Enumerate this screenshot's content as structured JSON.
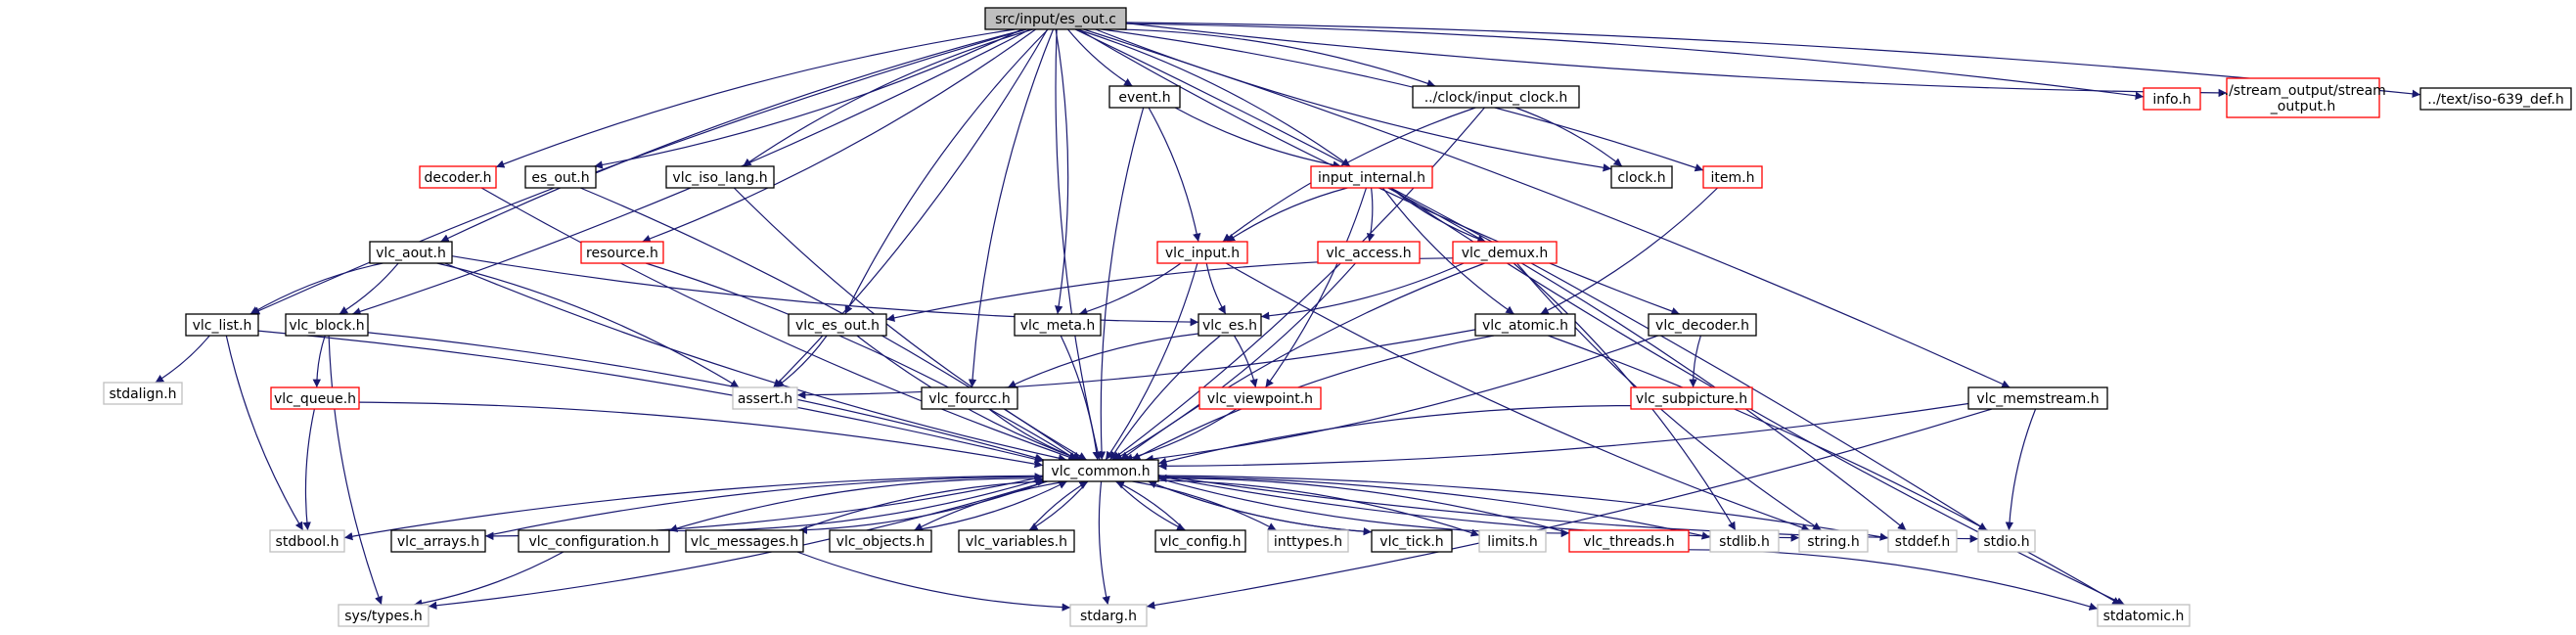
{
  "colors": {
    "edge": "#191970",
    "root_fill": "#bfbfbf",
    "normal_border": "#000000",
    "red_border": "#ff0000",
    "gray_border": "#bfbfbf",
    "text": "#000000"
  },
  "nodes": {
    "es_out_c": {
      "label": "src/input/es_out.c",
      "style": "root"
    },
    "info_h": {
      "label": "info.h",
      "style": "red"
    },
    "stream_output_h": {
      "label": "../stream_output/stream\n_output.h",
      "style": "red"
    },
    "iso_639_def_h": {
      "label": "../text/iso-639_def.h",
      "style": "black"
    },
    "event_h": {
      "label": "event.h",
      "style": "black"
    },
    "input_clock_h": {
      "label": "../clock/input_clock.h",
      "style": "black"
    },
    "decoder_h": {
      "label": "decoder.h",
      "style": "red"
    },
    "es_out_h": {
      "label": "es_out.h",
      "style": "black"
    },
    "vlc_iso_lang_h": {
      "label": "vlc_iso_lang.h",
      "style": "black"
    },
    "input_internal_h": {
      "label": "input_internal.h",
      "style": "red"
    },
    "clock_h": {
      "label": "clock.h",
      "style": "black"
    },
    "item_h": {
      "label": "item.h",
      "style": "red"
    },
    "vlc_aout_h": {
      "label": "vlc_aout.h",
      "style": "black"
    },
    "resource_h": {
      "label": "resource.h",
      "style": "red"
    },
    "vlc_input_h": {
      "label": "vlc_input.h",
      "style": "red"
    },
    "vlc_access_h": {
      "label": "vlc_access.h",
      "style": "red"
    },
    "vlc_demux_h": {
      "label": "vlc_demux.h",
      "style": "red"
    },
    "vlc_list_h": {
      "label": "vlc_list.h",
      "style": "black"
    },
    "vlc_block_h": {
      "label": "vlc_block.h",
      "style": "black"
    },
    "vlc_es_out_h": {
      "label": "vlc_es_out.h",
      "style": "black"
    },
    "vlc_meta_h": {
      "label": "vlc_meta.h",
      "style": "black"
    },
    "vlc_es_h": {
      "label": "vlc_es.h",
      "style": "black"
    },
    "vlc_atomic_h": {
      "label": "vlc_atomic.h",
      "style": "black"
    },
    "vlc_decoder_h": {
      "label": "vlc_decoder.h",
      "style": "black"
    },
    "stdalign_h": {
      "label": "stdalign.h",
      "style": "gray"
    },
    "vlc_queue_h": {
      "label": "vlc_queue.h",
      "style": "red"
    },
    "assert_h": {
      "label": "assert.h",
      "style": "gray"
    },
    "vlc_fourcc_h": {
      "label": "vlc_fourcc.h",
      "style": "black"
    },
    "vlc_viewpoint_h": {
      "label": "vlc_viewpoint.h",
      "style": "red"
    },
    "vlc_subpicture_h": {
      "label": "vlc_subpicture.h",
      "style": "red"
    },
    "vlc_memstream_h": {
      "label": "vlc_memstream.h",
      "style": "black"
    },
    "vlc_common_h": {
      "label": "vlc_common.h",
      "style": "black"
    },
    "stdbool_h": {
      "label": "stdbool.h",
      "style": "gray"
    },
    "vlc_arrays_h": {
      "label": "vlc_arrays.h",
      "style": "black"
    },
    "vlc_configuration_h": {
      "label": "vlc_configuration.h",
      "style": "black"
    },
    "vlc_messages_h": {
      "label": "vlc_messages.h",
      "style": "black"
    },
    "vlc_objects_h": {
      "label": "vlc_objects.h",
      "style": "black"
    },
    "vlc_variables_h": {
      "label": "vlc_variables.h",
      "style": "black"
    },
    "vlc_config_h": {
      "label": "vlc_config.h",
      "style": "black"
    },
    "inttypes_h": {
      "label": "inttypes.h",
      "style": "gray"
    },
    "vlc_tick_h": {
      "label": "vlc_tick.h",
      "style": "black"
    },
    "limits_h": {
      "label": "limits.h",
      "style": "gray"
    },
    "vlc_threads_h": {
      "label": "vlc_threads.h",
      "style": "red"
    },
    "stdlib_h": {
      "label": "stdlib.h",
      "style": "gray"
    },
    "string_h": {
      "label": "string.h",
      "style": "gray"
    },
    "stddef_h": {
      "label": "stddef.h",
      "style": "gray"
    },
    "stdio_h": {
      "label": "stdio.h",
      "style": "gray"
    },
    "sys_types_h": {
      "label": "sys/types.h",
      "style": "gray"
    },
    "stdarg_h": {
      "label": "stdarg.h",
      "style": "gray"
    },
    "stdatomic_h": {
      "label": "stdatomic.h",
      "style": "gray"
    }
  },
  "edges": [
    [
      "es_out_c",
      "info_h"
    ],
    [
      "es_out_c",
      "stream_output_h"
    ],
    [
      "es_out_c",
      "iso_639_def_h"
    ],
    [
      "es_out_c",
      "event_h"
    ],
    [
      "es_out_c",
      "input_clock_h"
    ],
    [
      "es_out_c",
      "decoder_h"
    ],
    [
      "es_out_c",
      "es_out_h"
    ],
    [
      "es_out_c",
      "vlc_iso_lang_h"
    ],
    [
      "es_out_c",
      "input_internal_h"
    ],
    [
      "es_out_c",
      "clock_h"
    ],
    [
      "es_out_c",
      "item_h"
    ],
    [
      "es_out_c",
      "vlc_aout_h"
    ],
    [
      "es_out_c",
      "resource_h"
    ],
    [
      "es_out_c",
      "vlc_list_h"
    ],
    [
      "es_out_c",
      "vlc_block_h"
    ],
    [
      "es_out_c",
      "vlc_es_out_h"
    ],
    [
      "es_out_c",
      "vlc_meta_h"
    ],
    [
      "es_out_c",
      "vlc_decoder_h"
    ],
    [
      "es_out_c",
      "assert_h"
    ],
    [
      "es_out_c",
      "vlc_fourcc_h"
    ],
    [
      "es_out_c",
      "vlc_memstream_h"
    ],
    [
      "es_out_c",
      "vlc_common_h"
    ],
    [
      "es_out_c",
      "stdio_h"
    ],
    [
      "event_h",
      "input_internal_h"
    ],
    [
      "event_h",
      "vlc_input_h"
    ],
    [
      "event_h",
      "vlc_common_h"
    ],
    [
      "input_clock_h",
      "clock_h"
    ],
    [
      "input_clock_h",
      "vlc_input_h"
    ],
    [
      "input_clock_h",
      "vlc_common_h"
    ],
    [
      "decoder_h",
      "vlc_common_h"
    ],
    [
      "es_out_h",
      "vlc_common_h"
    ],
    [
      "vlc_iso_lang_h",
      "vlc_common_h"
    ],
    [
      "resource_h",
      "vlc_common_h"
    ],
    [
      "input_internal_h",
      "vlc_input_h"
    ],
    [
      "input_internal_h",
      "vlc_access_h"
    ],
    [
      "input_internal_h",
      "vlc_demux_h"
    ],
    [
      "input_internal_h",
      "vlc_viewpoint_h"
    ],
    [
      "input_internal_h",
      "vlc_atomic_h"
    ],
    [
      "input_internal_h",
      "stddef_h"
    ],
    [
      "input_internal_h",
      "stdatomic_h"
    ],
    [
      "item_h",
      "vlc_atomic_h"
    ],
    [
      "vlc_aout_h",
      "vlc_list_h"
    ],
    [
      "vlc_aout_h",
      "vlc_block_h"
    ],
    [
      "vlc_aout_h",
      "vlc_es_h"
    ],
    [
      "vlc_aout_h",
      "assert_h"
    ],
    [
      "vlc_aout_h",
      "vlc_common_h"
    ],
    [
      "vlc_input_h",
      "vlc_meta_h"
    ],
    [
      "vlc_input_h",
      "vlc_es_h"
    ],
    [
      "vlc_input_h",
      "vlc_common_h"
    ],
    [
      "vlc_input_h",
      "string_h"
    ],
    [
      "vlc_access_h",
      "vlc_common_h"
    ],
    [
      "vlc_demux_h",
      "vlc_es_out_h"
    ],
    [
      "vlc_demux_h",
      "vlc_es_h"
    ],
    [
      "vlc_demux_h",
      "vlc_common_h"
    ],
    [
      "vlc_demux_h",
      "stdlib_h"
    ],
    [
      "vlc_demux_h",
      "string_h"
    ],
    [
      "vlc_list_h",
      "stdalign_h"
    ],
    [
      "vlc_list_h",
      "stdbool_h"
    ],
    [
      "vlc_list_h",
      "vlc_common_h"
    ],
    [
      "vlc_block_h",
      "vlc_queue_h"
    ],
    [
      "vlc_block_h",
      "vlc_common_h"
    ],
    [
      "vlc_block_h",
      "sys_types_h"
    ],
    [
      "vlc_es_out_h",
      "assert_h"
    ],
    [
      "vlc_es_out_h",
      "vlc_common_h"
    ],
    [
      "vlc_meta_h",
      "vlc_common_h"
    ],
    [
      "vlc_es_h",
      "vlc_fourcc_h"
    ],
    [
      "vlc_es_h",
      "vlc_viewpoint_h"
    ],
    [
      "vlc_es_h",
      "vlc_common_h"
    ],
    [
      "vlc_atomic_h",
      "assert_h"
    ],
    [
      "vlc_atomic_h",
      "vlc_common_h"
    ],
    [
      "vlc_atomic_h",
      "stdatomic_h"
    ],
    [
      "vlc_decoder_h",
      "vlc_subpicture_h"
    ],
    [
      "vlc_decoder_h",
      "vlc_common_h"
    ],
    [
      "vlc_queue_h",
      "stdbool_h"
    ],
    [
      "vlc_queue_h",
      "vlc_common_h"
    ],
    [
      "vlc_fourcc_h",
      "vlc_common_h"
    ],
    [
      "vlc_viewpoint_h",
      "vlc_common_h"
    ],
    [
      "vlc_subpicture_h",
      "vlc_common_h"
    ],
    [
      "vlc_memstream_h",
      "vlc_common_h"
    ],
    [
      "vlc_memstream_h",
      "stdio_h"
    ],
    [
      "vlc_memstream_h",
      "stdarg_h"
    ],
    [
      "vlc_common_h",
      "stdbool_h"
    ],
    [
      "vlc_common_h",
      "vlc_arrays_h"
    ],
    [
      "vlc_common_h",
      "vlc_configuration_h"
    ],
    [
      "vlc_common_h",
      "vlc_messages_h"
    ],
    [
      "vlc_common_h",
      "vlc_objects_h"
    ],
    [
      "vlc_common_h",
      "vlc_variables_h"
    ],
    [
      "vlc_common_h",
      "vlc_config_h"
    ],
    [
      "vlc_common_h",
      "inttypes_h"
    ],
    [
      "vlc_common_h",
      "vlc_tick_h"
    ],
    [
      "vlc_common_h",
      "limits_h"
    ],
    [
      "vlc_common_h",
      "vlc_threads_h"
    ],
    [
      "vlc_common_h",
      "stdlib_h"
    ],
    [
      "vlc_common_h",
      "string_h"
    ],
    [
      "vlc_common_h",
      "stddef_h"
    ],
    [
      "vlc_common_h",
      "stdio_h"
    ],
    [
      "vlc_common_h",
      "sys_types_h"
    ],
    [
      "vlc_common_h",
      "stdarg_h"
    ],
    [
      "vlc_arrays_h",
      "vlc_common_h"
    ],
    [
      "vlc_configuration_h",
      "vlc_common_h"
    ],
    [
      "vlc_messages_h",
      "vlc_common_h"
    ],
    [
      "vlc_objects_h",
      "vlc_common_h"
    ],
    [
      "vlc_variables_h",
      "vlc_common_h"
    ],
    [
      "vlc_config_h",
      "vlc_common_h"
    ],
    [
      "vlc_tick_h",
      "vlc_common_h"
    ],
    [
      "vlc_threads_h",
      "vlc_common_h"
    ],
    [
      "vlc_configuration_h",
      "sys_types_h"
    ],
    [
      "vlc_messages_h",
      "stdarg_h"
    ],
    [
      "vlc_threads_h",
      "stdatomic_h"
    ]
  ]
}
